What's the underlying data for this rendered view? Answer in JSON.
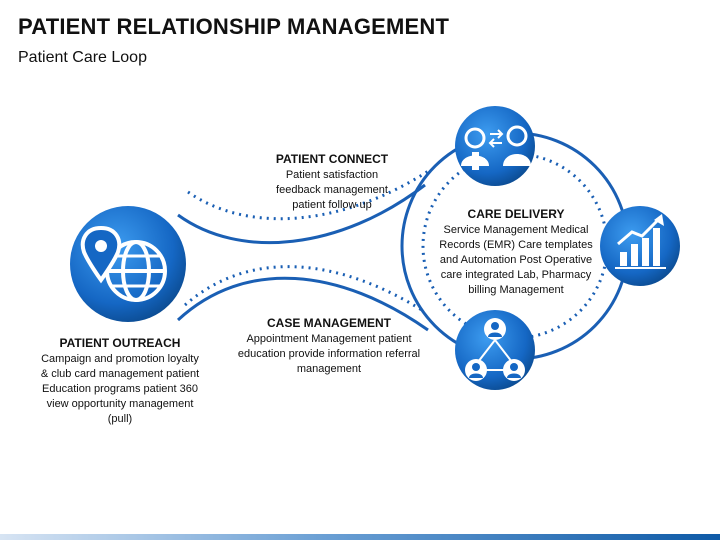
{
  "title": "PATIENT RELATIONSHIP MANAGEMENT",
  "subtitle": "Patient Care Loop",
  "colors": {
    "primary_blue": "#1565c0",
    "light_blue": "#2b8de0",
    "dark_blue": "#0b4a8f",
    "line_blue": "#1a5fb4"
  },
  "patient_connect": {
    "heading": "PATIENT CONNECT",
    "body": "Patient satisfaction feedback management patient follow up"
  },
  "case_management": {
    "heading": "CASE MANAGEMENT",
    "body": "Appointment Management patient education provide information referral management"
  },
  "care_delivery": {
    "heading": "CARE DELIVERY",
    "body": "Service Management Medical Records (EMR) Care templates and Automation Post Operative care integrated Lab, Pharmacy billing Management"
  },
  "patient_outreach": {
    "heading": "PATIENT OUTREACH",
    "body": "Campaign and promotion loyalty & club card management patient Education programs patient 360 view opportunity management (pull)"
  },
  "icons": {
    "outreach": "location-globe-icon",
    "top_node": "doctor-patient-exchange-icon",
    "right_node": "growth-chart-icon",
    "bottom_node": "network-people-icon"
  }
}
